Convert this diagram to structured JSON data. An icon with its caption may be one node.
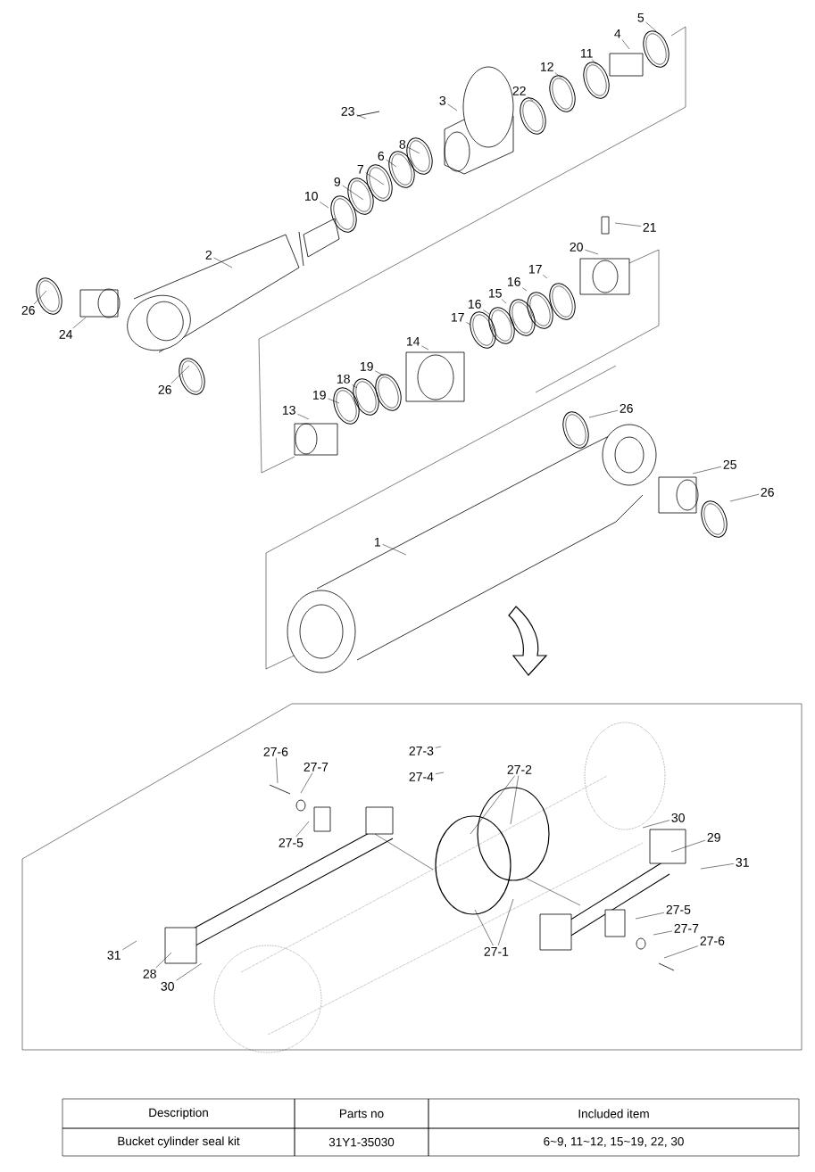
{
  "diagram": {
    "nodes": [
      {
        "text": [
          "5"
        ]
      },
      {
        "text": [
          "4"
        ]
      },
      {
        "text": [
          "11"
        ]
      },
      {
        "text": [
          "12"
        ]
      },
      {
        "text": [
          "22"
        ]
      },
      {
        "text": [
          "3"
        ]
      },
      {
        "text": [
          "23"
        ]
      },
      {
        "text": [
          "8"
        ]
      },
      {
        "text": [
          "6"
        ]
      },
      {
        "text": [
          "7"
        ]
      },
      {
        "text": [
          "9"
        ]
      },
      {
        "text": [
          "10"
        ]
      },
      {
        "text": [
          "21"
        ]
      },
      {
        "text": [
          "20"
        ]
      },
      {
        "text": [
          "17"
        ]
      },
      {
        "text": [
          "16"
        ]
      },
      {
        "text": [
          "15"
        ]
      },
      {
        "text": [
          "16"
        ]
      },
      {
        "text": [
          "17"
        ]
      },
      {
        "text": [
          "14"
        ]
      },
      {
        "text": [
          "2"
        ]
      },
      {
        "text": [
          "26"
        ]
      },
      {
        "text": [
          "24"
        ]
      },
      {
        "text": [
          "26"
        ]
      },
      {
        "text": [
          "19"
        ]
      },
      {
        "text": [
          "18"
        ]
      },
      {
        "text": [
          "19"
        ]
      },
      {
        "text": [
          "13"
        ]
      },
      {
        "text": [
          "26"
        ]
      },
      {
        "text": [
          "25"
        ]
      },
      {
        "text": [
          "26"
        ]
      },
      {
        "text": [
          "1"
        ]
      },
      {
        "text": [
          "27-6"
        ]
      },
      {
        "text": [
          "27-7"
        ]
      },
      {
        "text": [
          "27-3"
        ]
      },
      {
        "text": [
          "27-4"
        ]
      },
      {
        "text": [
          "27-2"
        ]
      },
      {
        "text": [
          "27-5"
        ]
      },
      {
        "text": [
          "30"
        ]
      },
      {
        "text": [
          "29"
        ]
      },
      {
        "text": [
          "31"
        ]
      },
      {
        "text": [
          "27-5"
        ]
      },
      {
        "text": [
          "27-7"
        ]
      },
      {
        "text": [
          "27-6"
        ]
      },
      {
        "text": [
          "27-1"
        ]
      },
      {
        "text": [
          "31"
        ]
      },
      {
        "text": [
          "28"
        ]
      },
      {
        "text": [
          "30"
        ]
      }
    ],
    "edges": [
      {
        "from": 0,
        "to": null,
        "arrow": "none"
      },
      {
        "from": 1,
        "to": null,
        "arrow": "none"
      },
      {
        "from": 2,
        "to": null,
        "arrow": "none"
      },
      {
        "from": 3,
        "to": null,
        "arrow": "none"
      },
      {
        "from": 4,
        "to": null,
        "arrow": "none"
      },
      {
        "from": 5,
        "to": null,
        "arrow": "none"
      },
      {
        "from": 6,
        "to": null,
        "arrow": "none"
      },
      {
        "from": 7,
        "to": null,
        "arrow": "none"
      },
      {
        "from": 8,
        "to": null,
        "arrow": "none"
      },
      {
        "from": 9,
        "to": null,
        "arrow": "none"
      },
      {
        "from": 10,
        "to": null,
        "arrow": "none"
      },
      {
        "from": 11,
        "to": null,
        "arrow": "none"
      },
      {
        "from": 12,
        "to": null,
        "arrow": "none"
      },
      {
        "from": 13,
        "to": null,
        "arrow": "none"
      },
      {
        "from": 14,
        "to": null,
        "arrow": "none"
      },
      {
        "from": 15,
        "to": null,
        "arrow": "none"
      },
      {
        "from": 16,
        "to": null,
        "arrow": "none"
      },
      {
        "from": 17,
        "to": null,
        "arrow": "none"
      },
      {
        "from": 18,
        "to": null,
        "arrow": "none"
      },
      {
        "from": 19,
        "to": null,
        "arrow": "none"
      },
      {
        "from": 20,
        "to": null,
        "arrow": "none"
      },
      {
        "from": 21,
        "to": null,
        "arrow": "none"
      },
      {
        "from": 22,
        "to": null,
        "arrow": "none"
      },
      {
        "from": 23,
        "to": null,
        "arrow": "none"
      },
      {
        "from": 24,
        "to": null,
        "arrow": "none"
      },
      {
        "from": 25,
        "to": null,
        "arrow": "none"
      },
      {
        "from": 26,
        "to": null,
        "arrow": "none"
      },
      {
        "from": 27,
        "to": null,
        "arrow": "none"
      },
      {
        "from": 28,
        "to": null,
        "arrow": "none"
      },
      {
        "from": 29,
        "to": null,
        "arrow": "none"
      },
      {
        "from": 30,
        "to": null,
        "arrow": "none"
      },
      {
        "from": 31,
        "to": null,
        "arrow": "none"
      },
      {
        "from": 32,
        "to": null,
        "arrow": "none"
      },
      {
        "from": 33,
        "to": null,
        "arrow": "none"
      },
      {
        "from": 34,
        "to": null,
        "arrow": "none"
      },
      {
        "from": 35,
        "to": null,
        "arrow": "none"
      },
      {
        "from": 36,
        "to": null,
        "arrow": "none"
      },
      {
        "from": 36,
        "to": null,
        "arrow": "none"
      },
      {
        "from": 37,
        "to": null,
        "arrow": "none"
      },
      {
        "from": 38,
        "to": null,
        "arrow": "none"
      },
      {
        "from": 39,
        "to": null,
        "arrow": "none"
      },
      {
        "from": 40,
        "to": null,
        "arrow": "none"
      },
      {
        "from": 41,
        "to": null,
        "arrow": "none"
      },
      {
        "from": 42,
        "to": null,
        "arrow": "none"
      },
      {
        "from": 43,
        "to": null,
        "arrow": "none"
      },
      {
        "from": 44,
        "to": null,
        "arrow": "none"
      },
      {
        "from": 44,
        "to": null,
        "arrow": "none"
      },
      {
        "from": 45,
        "to": null,
        "arrow": "none"
      },
      {
        "from": 46,
        "to": null,
        "arrow": "none"
      },
      {
        "from": 47,
        "to": null,
        "arrow": "none"
      }
    ],
    "labels": [
      "Description",
      "Parts no",
      "Included item",
      "Bucket cylinder seal kit",
      "31Y1-35030",
      "6~9, 11~12, 15~19, 22, 30"
    ]
  }
}
